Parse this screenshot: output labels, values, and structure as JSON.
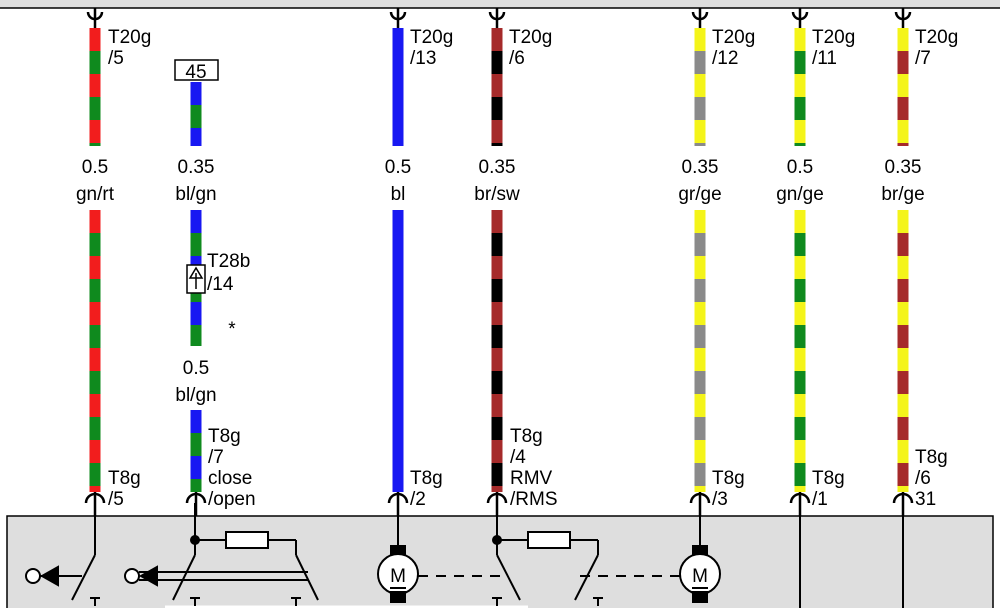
{
  "colors": {
    "gn": "#0f8a1e",
    "rt": "#f21d1d",
    "bl": "#1818f2",
    "br": "#a52a2a",
    "sw": "#000000",
    "gr": "#8a8a8a",
    "ge": "#f4f41a",
    "panel": "#dedede",
    "border": "#000000"
  },
  "top_connector_label": "T20g",
  "bottom_connector_label": "T8g",
  "wires": [
    {
      "id": "w1",
      "top_pin": "/5",
      "gauge_top": "0.5",
      "code_top": "gn/rt",
      "bottom_pin": "/5",
      "bottom_extra": [],
      "stripes": [
        "rt",
        "gn"
      ]
    },
    {
      "id": "w2",
      "top_box": "45",
      "gauge_top": "0.35",
      "code_top": "bl/gn",
      "mid_connector": "T28b",
      "mid_pin": "/14",
      "mid_mark": "*",
      "gauge_bottom": "0.5",
      "code_bottom": "bl/gn",
      "bottom_pin": "/7",
      "bottom_extra": [
        "close",
        "/open"
      ],
      "stripes": [
        "bl",
        "gn"
      ]
    },
    {
      "id": "w3",
      "top_pin": "/13",
      "gauge_top": "0.5",
      "code_top": "bl",
      "bottom_pin": "/2",
      "bottom_extra": [],
      "stripes": [
        "bl"
      ]
    },
    {
      "id": "w4",
      "top_pin": "/6",
      "gauge_top": "0.35",
      "code_top": "br/sw",
      "bottom_pin": "/4",
      "bottom_extra": [
        "RMV",
        "/RMS"
      ],
      "stripes": [
        "br",
        "sw"
      ]
    },
    {
      "id": "w5",
      "top_pin": "/12",
      "gauge_top": "0.35",
      "code_top": "gr/ge",
      "bottom_pin": "/3",
      "bottom_extra": [],
      "stripes": [
        "ge",
        "gr"
      ]
    },
    {
      "id": "w6",
      "top_pin": "/11",
      "gauge_top": "0.5",
      "code_top": "gn/ge",
      "bottom_pin": "/1",
      "bottom_extra": [],
      "stripes": [
        "ge",
        "gn"
      ]
    },
    {
      "id": "w7",
      "top_pin": "/7",
      "gauge_top": "0.35",
      "code_top": "br/ge",
      "bottom_pin": "/6",
      "bottom_extra": [
        "31"
      ],
      "stripes": [
        "ge",
        "br"
      ]
    }
  ],
  "motors": [
    {
      "symbol": "M"
    },
    {
      "symbol": "M"
    }
  ]
}
